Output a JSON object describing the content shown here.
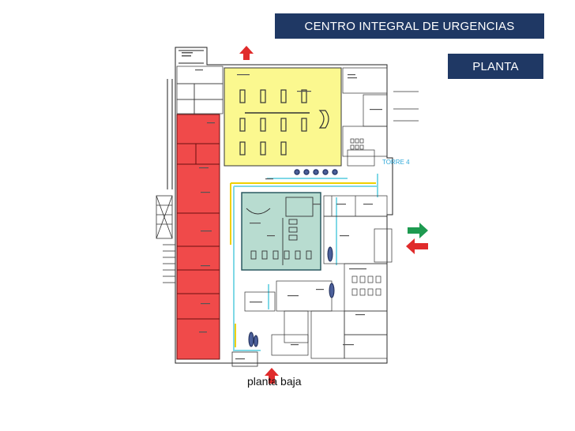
{
  "title": "CENTRO INTEGRAL DE  URGENCIAS",
  "subtitle": "PLANTA",
  "floor_label": "planta baja",
  "tower_label": "TORRE 4",
  "colors": {
    "banner": "#1f3864",
    "red_zone": "#f04a4a",
    "yellow_zone": "#fbf88f",
    "teal_zone": "#b8dcd0",
    "corridor": "#7fd8e6",
    "arrow_red": "#e02b2b",
    "arrow_green": "#1e9a50"
  },
  "icons": [
    "arrow-up-icon",
    "arrow-right-icon",
    "arrow-left-icon"
  ]
}
